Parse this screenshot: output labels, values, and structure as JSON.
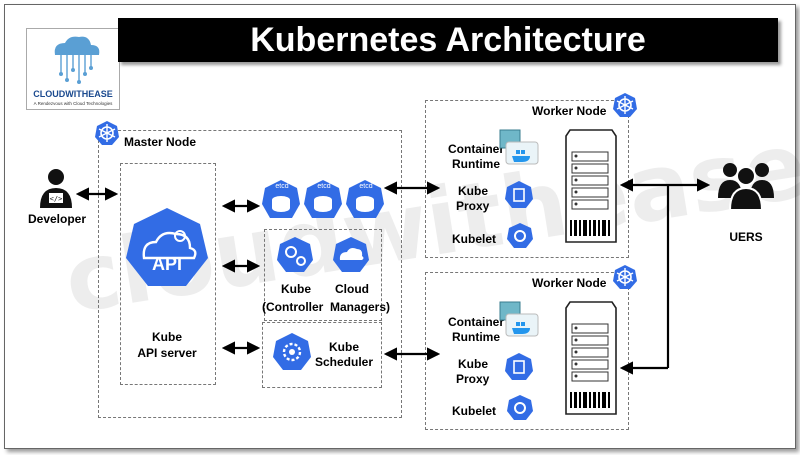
{
  "title": "Kubernetes Architecture",
  "logo": {
    "name": "CLOUDWITHEASE",
    "tagline": "A Rendezvous with Cloud Technologies"
  },
  "watermark": "cloudwithease.com",
  "developer": {
    "label": "Developer"
  },
  "users": {
    "label": "UERS"
  },
  "master_node": {
    "label": "Master Node",
    "api_server": {
      "icon_text": "API",
      "label_line1": "Kube",
      "label_line2": "API server"
    },
    "etcd": [
      "etcd",
      "etcd",
      "etcd"
    ],
    "controller": {
      "label_kube": "Kube",
      "label_cloud": "Cloud",
      "caption": "(Controller  Managers)"
    },
    "scheduler": {
      "label_line1": "Kube",
      "label_line2": "Scheduler"
    }
  },
  "worker_nodes": [
    {
      "label": "Worker Node",
      "container_runtime_1": "Container",
      "container_runtime_2": "Runtime",
      "proxy_1": "Kube",
      "proxy_2": "Proxy",
      "kubelet": "Kubelet"
    },
    {
      "label": "Worker Node",
      "container_runtime_1": "Container",
      "container_runtime_2": "Runtime",
      "proxy_1": "Kube",
      "proxy_2": "Proxy",
      "kubelet": "Kubelet"
    }
  ],
  "colors": {
    "k8s_blue": "#326ce5",
    "title_bg": "#000000",
    "logo_blue": "#1b4a8f"
  }
}
